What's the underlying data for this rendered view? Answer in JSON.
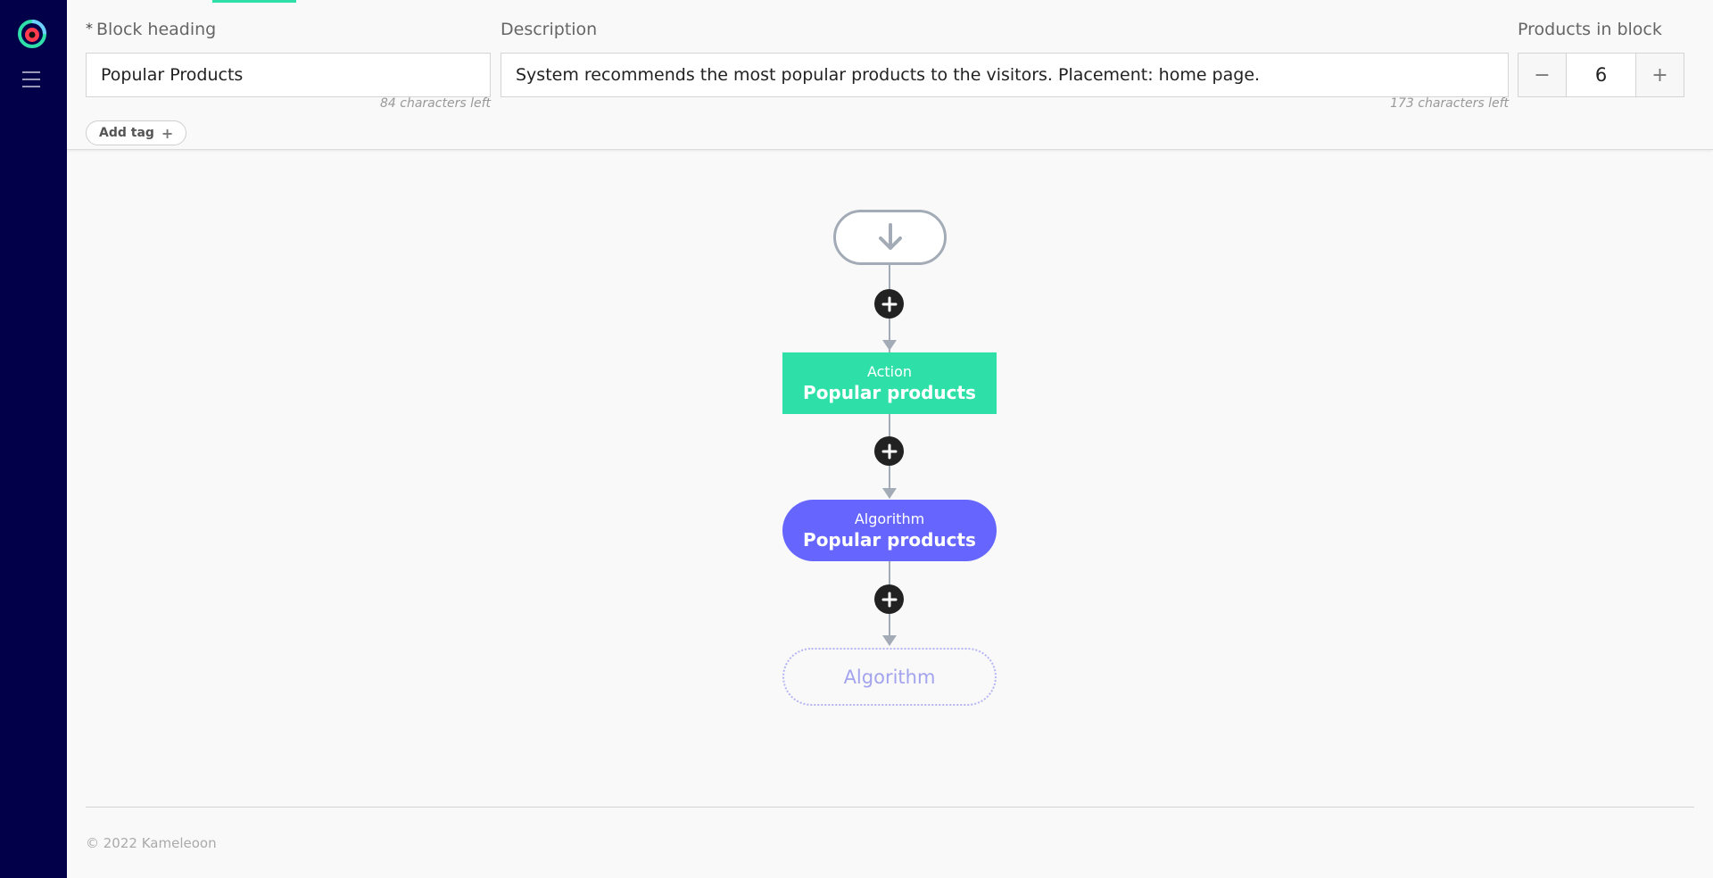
{
  "brand": {
    "logo_icon": "kameleoon-logo-icon",
    "colors": {
      "sidebar": "#03004a",
      "accent": "#2ee0a8",
      "algorithm": "#6666ff"
    }
  },
  "sidebar": {
    "menu_icon": "hamburger-menu-icon"
  },
  "form": {
    "block_heading": {
      "required_mark": "*",
      "label": "Block heading",
      "value": "Popular Products",
      "hint": "84 characters left"
    },
    "description": {
      "label": "Description",
      "value": "System recommends the most popular products to the visitors. Placement: home page.",
      "hint": "173 characters left"
    },
    "products_in_block": {
      "label": "Products in block",
      "decrement": "−",
      "value": "6",
      "increment": "+"
    },
    "add_tag": {
      "label": "Add tag",
      "icon": "+"
    }
  },
  "flow": {
    "start_icon": "arrow-down-icon",
    "action": {
      "kind": "Action",
      "title": "Popular products"
    },
    "algorithm": {
      "kind": "Algorithm",
      "title": "Popular products"
    },
    "placeholder": {
      "label": "Algorithm"
    }
  },
  "footer": {
    "copyright": "© 2022 Kameleoon"
  }
}
